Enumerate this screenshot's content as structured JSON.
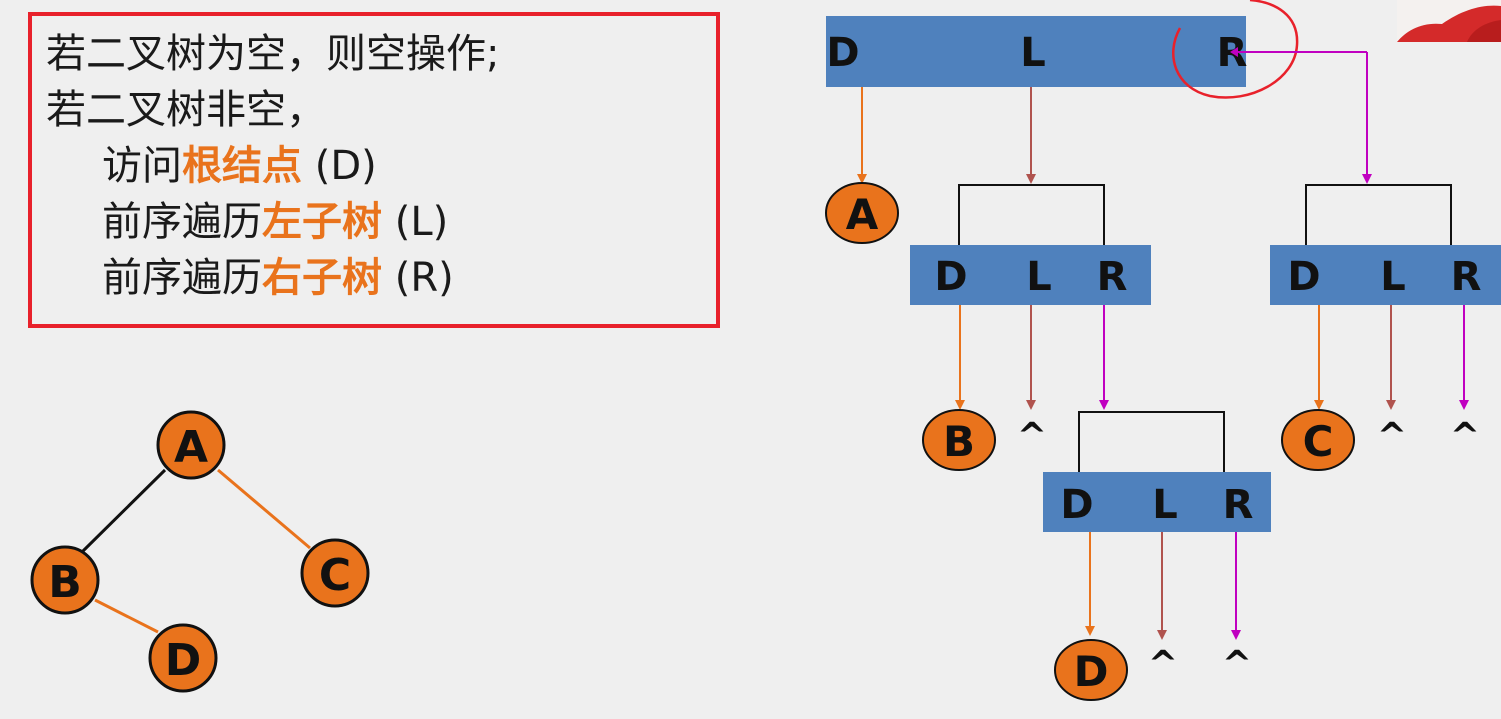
{
  "description_box": {
    "line1": "若二叉树为空，则空操作;",
    "line2": "若二叉树非空，",
    "line3_prefix": "访问",
    "line3_highlight": "根结点",
    "line3_suffix": " (D)",
    "line4_prefix": "前序遍历",
    "line4_highlight": "左子树",
    "line4_suffix": " (L)",
    "line5_prefix": "前序遍历",
    "line5_highlight": "右子树",
    "line5_suffix": " (R)"
  },
  "tree": {
    "nodes": [
      "A",
      "B",
      "C",
      "D"
    ]
  },
  "traversal": {
    "top_block": [
      "D",
      "L",
      "R"
    ],
    "block_b": [
      "D",
      "L",
      "R"
    ],
    "block_c": [
      "D",
      "L",
      "R"
    ],
    "block_d": [
      "D",
      "L",
      "R"
    ],
    "visited": [
      "A",
      "B",
      "C",
      "D"
    ],
    "null_symbol": "^"
  },
  "colors": {
    "block_blue": "#4f81bd",
    "node_orange": "#e9731c",
    "arrow_d": "#e9731c",
    "arrow_l": "#b0534e",
    "arrow_r": "#c000c0",
    "frame_red": "#e8212b"
  }
}
